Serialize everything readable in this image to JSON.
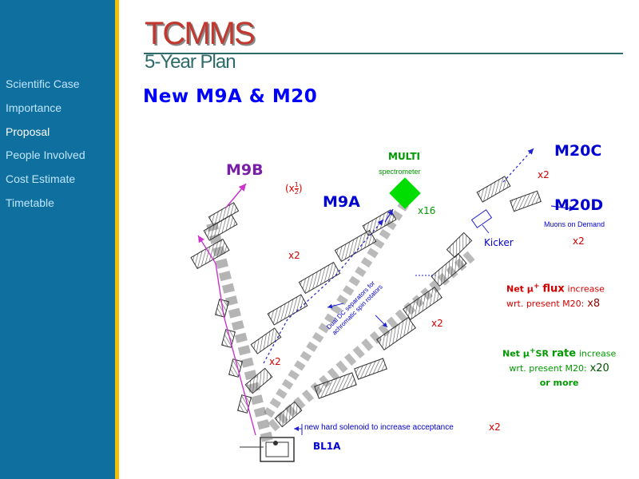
{
  "sidebar": {
    "items": [
      {
        "label": "Scientific Case",
        "active": false
      },
      {
        "label": "Importance",
        "active": false
      },
      {
        "label": "Proposal",
        "active": true
      },
      {
        "label": "People Involved",
        "active": false
      },
      {
        "label": "Cost Estimate",
        "active": false
      },
      {
        "label": "Timetable",
        "active": false
      }
    ]
  },
  "header": {
    "logo": "TCMMS",
    "subtitle": "5-Year Plan",
    "heading": "New M9A & M20"
  },
  "diagram": {
    "beamlines": {
      "m9b": "M9B",
      "m9a": "M9A",
      "m20c": "M20C",
      "m20d": "M20D",
      "bl1a": "BL1A"
    },
    "multi_label": "MULTI",
    "spectrometer_label": "spectrometer",
    "muons_on_demand": "Muons on Demand",
    "kicker": "Kicker",
    "factor_half_prefix": "(x",
    "factor_half_num": "1",
    "factor_half_den": "2",
    "factor_half_suffix": ")",
    "x16": "x16",
    "x2": "x2",
    "dual_dc_line1": "Dual DC separators for",
    "dual_dc_line2": "achromatic spin rotators",
    "solenoid": "new hard solenoid to increase acceptance",
    "flux": {
      "line1_pre": "Net μ",
      "sup": "+",
      "bold_word": "flux",
      "line1_post": "increase",
      "line2": "wrt. present M20:",
      "factor": "x8"
    },
    "rate": {
      "line1_pre": "Net μ",
      "sup": "+",
      "line1_mid": "SR",
      "bold_word": "rate",
      "line1_post": "increase",
      "line2": "wrt. present M20:",
      "factor": "x20",
      "line3": "or more"
    },
    "colors": {
      "beamline_label": "#0000d0",
      "m9b": "#7a1fa8",
      "red_factor": "#d40000",
      "green": "#009900",
      "multi_box": "#00dd00",
      "m9b_arrow": "#cc33cc",
      "blue_arrow": "#2222cc"
    }
  }
}
